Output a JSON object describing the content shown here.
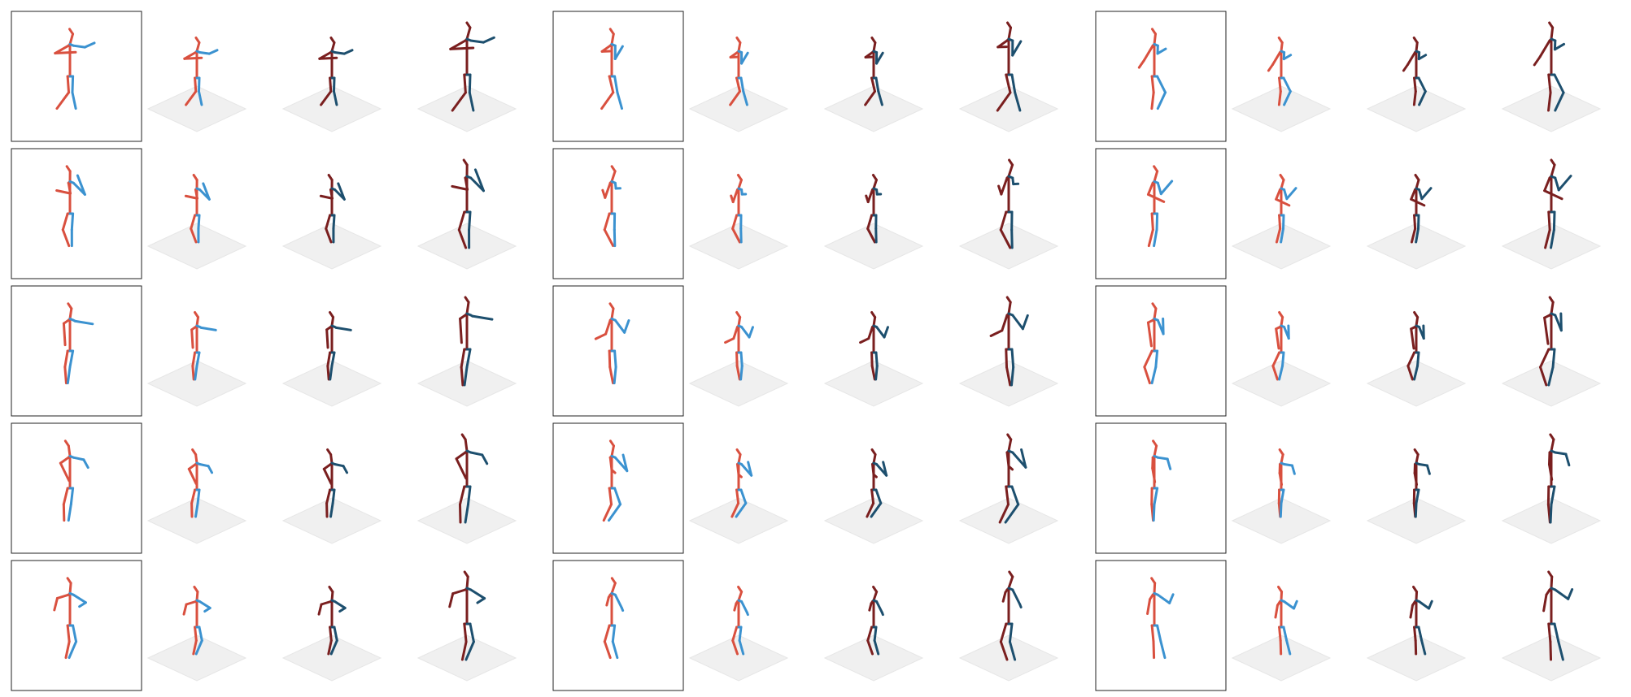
{
  "colors": {
    "background": "#ffffff",
    "frame": "#222222",
    "input_right_limb": "#d9503f",
    "input_left_limb": "#3b92d0",
    "output_right_limb": "#7a1f1f",
    "output_left_limb": "#1d4f6e",
    "ground_plane": "#f0f0f0"
  },
  "figure": {
    "rows": 5,
    "groups": 3,
    "views_per_group": 3,
    "panel_kinds": [
      "2d-keypoints",
      "3d-input-colored",
      "3d-prediction",
      "3d-prediction-large"
    ]
  }
}
